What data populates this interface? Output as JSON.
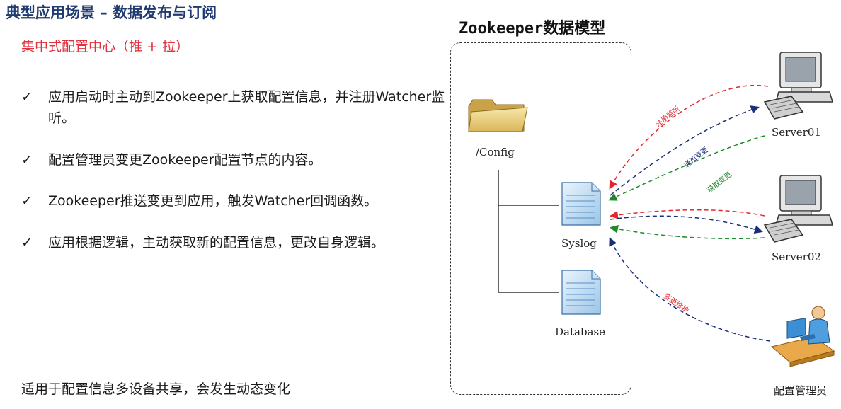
{
  "header": {
    "title": "典型应用场景  –  数据发布与订阅",
    "subtitle": "集中式配置中心（推 + 拉）"
  },
  "bullets": [
    {
      "check": "✓",
      "text": "应用启动时主动到Zookeeper上获取配置信息，并注册Watcher监听。"
    },
    {
      "check": "✓",
      "text": "配置管理员变更Zookeeper配置节点的内容。"
    },
    {
      "check": "✓",
      "text": "Zookeeper推送变更到应用，触发Watcher回调函数。"
    },
    {
      "check": "✓",
      "text": "应用根据逻辑，主动获取新的配置信息，更改自身逻辑。"
    }
  ],
  "bottom_note": "适用于配置信息多设备共享，会发生动态变化",
  "diagram": {
    "title": "Zookeeper数据模型",
    "nodes": {
      "config": "/Config",
      "syslog": "Syslog",
      "database": "Database"
    },
    "servers": [
      "Server01",
      "Server02"
    ],
    "admin": "配置管理员",
    "arrow_labels": {
      "register": "注册监听",
      "notify": "通知变更",
      "fetch": "获取变更",
      "admin_change": "变更维护"
    },
    "colors": {
      "register": "#e5262d",
      "notify": "#1a2e7a",
      "fetch": "#1d8a2a"
    },
    "icons": [
      "folder-icon",
      "document-icon",
      "computer-icon",
      "admin-user-icon"
    ]
  }
}
